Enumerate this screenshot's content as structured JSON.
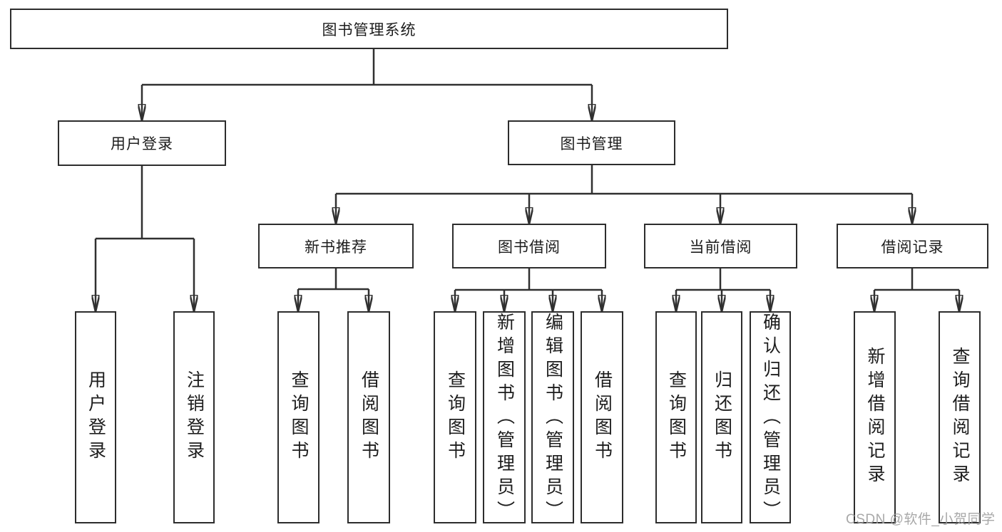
{
  "diagram": {
    "root": {
      "label": "图书管理系统"
    },
    "level2": [
      {
        "label": "用户登录"
      },
      {
        "label": "图书管理"
      }
    ],
    "level3": [
      {
        "label": "新书推荐"
      },
      {
        "label": "图书借阅"
      },
      {
        "label": "当前借阅"
      },
      {
        "label": "借阅记录"
      }
    ],
    "leaves": {
      "user_login": [
        "用户登录",
        "注销登录"
      ],
      "new_book_recommend": [
        "查询图书",
        "借阅图书"
      ],
      "book_borrow": [
        "查询图书",
        "新增图书（管理员）",
        "编辑图书（管理员）",
        "借阅图书"
      ],
      "current_borrow": [
        "查询图书",
        "归还图书",
        "确认归还（管理员）"
      ],
      "borrow_record": [
        "新增借阅记录",
        "查询借阅记录"
      ]
    }
  },
  "watermark": {
    "text": "CSDN @软件_小贺同学"
  },
  "colors": {
    "line": "#303030",
    "box_border": "#2d2d2d",
    "text": "#1d1d1d",
    "watermark": "#9e9e9e",
    "background": "#ffffff"
  }
}
